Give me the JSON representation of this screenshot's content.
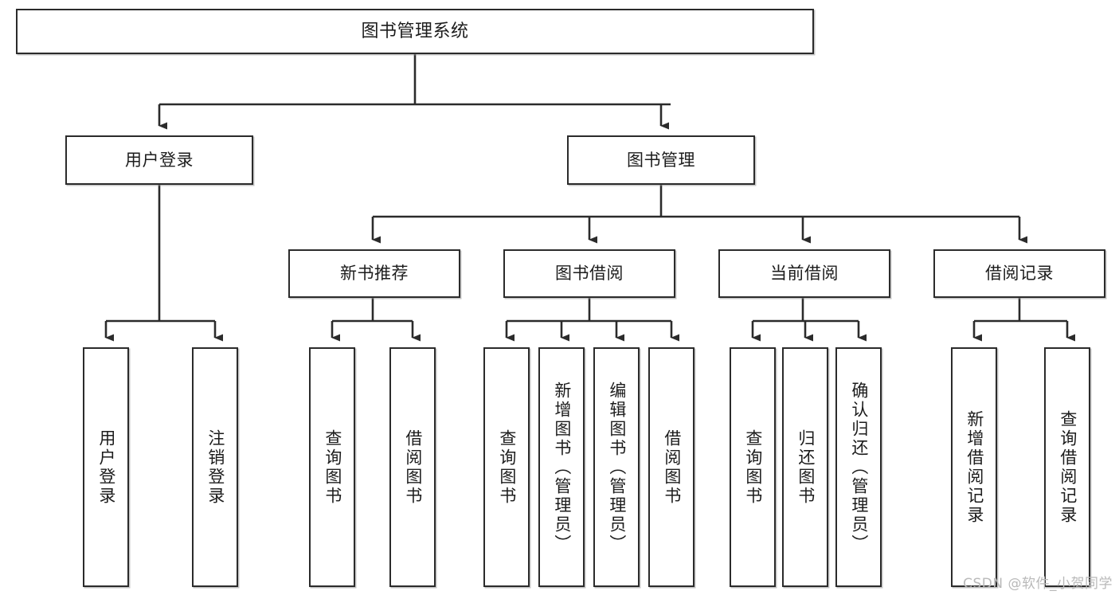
{
  "diagram": {
    "title": "图书管理系统",
    "type": "tree-hierarchy",
    "watermark": "CSDN @软件_小贺同学",
    "colors": {
      "box_border": "#2b2b2b",
      "box_fill": "#ffffff",
      "edge": "#2b2b2b",
      "text": "#1c1c1c",
      "watermark": "#b9b9b9"
    }
  },
  "nodes": {
    "root": {
      "label": "图书管理系统"
    },
    "level2": [
      {
        "id": "user-login",
        "label": "用户登录"
      },
      {
        "id": "book-manage",
        "label": "图书管理"
      }
    ],
    "level3": [
      {
        "id": "new-book-rec",
        "label": "新书推荐"
      },
      {
        "id": "book-borrow",
        "label": "图书借阅"
      },
      {
        "id": "current-borrow",
        "label": "当前借阅"
      },
      {
        "id": "borrow-record",
        "label": "借阅记录"
      }
    ],
    "leaves": {
      "user_login": [
        {
          "id": "leaf-user-login",
          "label": "用户登录"
        },
        {
          "id": "leaf-logout-login",
          "label": "注销登录"
        }
      ],
      "new_book_rec": [
        {
          "id": "leaf-query-book-1",
          "label": "查询图书"
        },
        {
          "id": "leaf-borrow-book-1",
          "label": "借阅图书"
        }
      ],
      "book_borrow": [
        {
          "id": "leaf-query-book-2",
          "label": "查询图书"
        },
        {
          "id": "leaf-add-book",
          "label": "新增图书（管理员）"
        },
        {
          "id": "leaf-edit-book",
          "label": "编辑图书（管理员）"
        },
        {
          "id": "leaf-borrow-book-2",
          "label": "借阅图书"
        }
      ],
      "current_borrow": [
        {
          "id": "leaf-query-book-3",
          "label": "查询图书"
        },
        {
          "id": "leaf-return-book",
          "label": "归还图书"
        },
        {
          "id": "leaf-confirm-return",
          "label": "确认归还（管理员）"
        }
      ],
      "borrow_record": [
        {
          "id": "leaf-add-record",
          "label": "新增借阅记录"
        },
        {
          "id": "leaf-query-record",
          "label": "查询借阅记录"
        }
      ]
    }
  }
}
